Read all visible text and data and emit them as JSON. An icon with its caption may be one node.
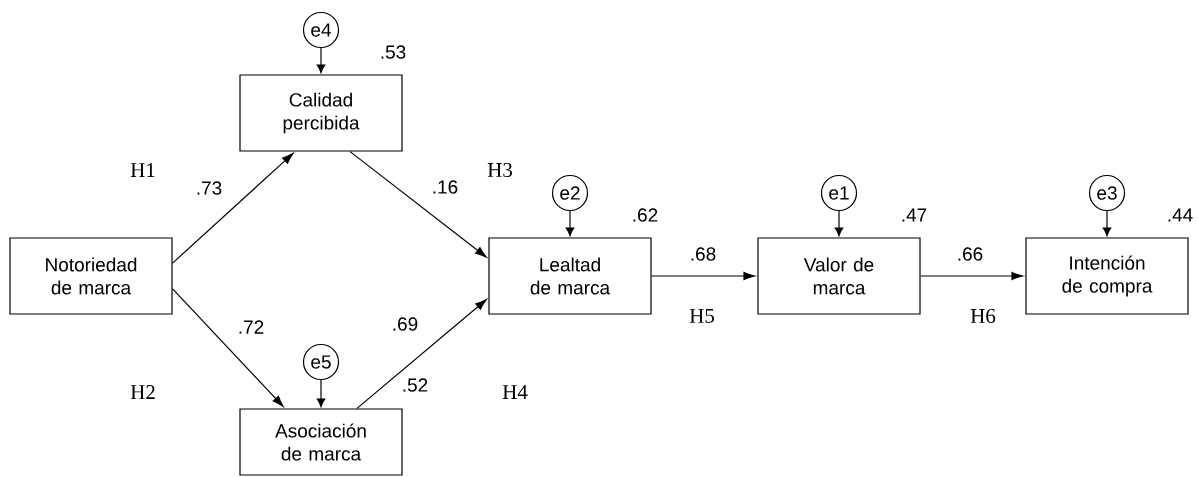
{
  "diagram": {
    "nodes": [
      {
        "text": [
          "Notoriedad de marca"
        ]
      },
      {
        "text": [
          "Calidad percibida"
        ],
        "beside": [
          ".53"
        ]
      },
      {
        "text": [
          "Asociación de marca"
        ],
        "beside": [
          ".52"
        ]
      },
      {
        "text": [
          "Lealtad de marca"
        ],
        "beside": [
          ".62"
        ]
      },
      {
        "text": [
          "Valor de marca"
        ],
        "beside": [
          ".47"
        ]
      },
      {
        "text": [
          "Intención de compra"
        ],
        "beside": [
          ".44"
        ]
      },
      {
        "text": [
          "e4"
        ]
      },
      {
        "text": [
          "e5"
        ]
      },
      {
        "text": [
          "e2"
        ]
      },
      {
        "text": [
          "e1"
        ]
      },
      {
        "text": [
          "e3"
        ]
      }
    ],
    "edges": [
      {
        "from": 0,
        "to": 1,
        "arrow": "to",
        "label": ".73"
      },
      {
        "from": 0,
        "to": 2,
        "arrow": "to",
        "label": ".72"
      },
      {
        "from": 1,
        "to": 3,
        "arrow": "to",
        "label": ".16"
      },
      {
        "from": 2,
        "to": 3,
        "arrow": "to",
        "label": ".69"
      },
      {
        "from": 3,
        "to": 4,
        "arrow": "to",
        "label": ".68"
      },
      {
        "from": 4,
        "to": 5,
        "arrow": "to",
        "label": ".66"
      },
      {
        "from": 6,
        "to": 1,
        "arrow": "to"
      },
      {
        "from": 7,
        "to": 2,
        "arrow": "to"
      },
      {
        "from": 8,
        "to": 3,
        "arrow": "to"
      },
      {
        "from": 9,
        "to": 4,
        "arrow": "to"
      },
      {
        "from": 10,
        "to": 5,
        "arrow": "to"
      }
    ],
    "labels": [
      "H1",
      "H3",
      "H2",
      "H4",
      "H5",
      "H6"
    ]
  }
}
